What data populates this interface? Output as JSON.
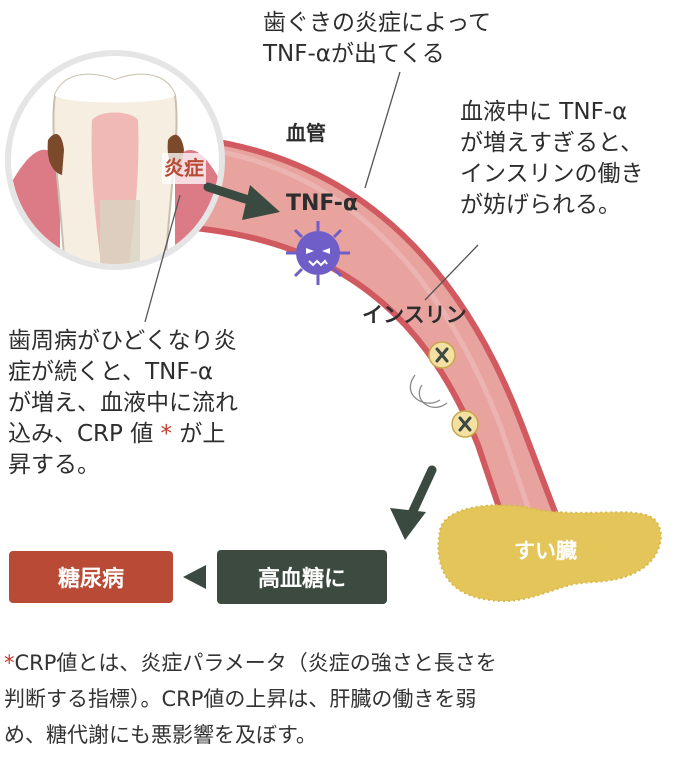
{
  "labels": {
    "tnf_origin_line1": "歯ぐきの炎症によって",
    "tnf_origin_line2": "TNF-αが出てくる",
    "vessel": "血管",
    "inflammation": "炎症",
    "tnf": "TNF-α",
    "insulin": "インスリン",
    "pancreas": "すい臓",
    "insulin_block_line1": "血液中に TNF-α",
    "insulin_block_line2": "が増えすぎると、",
    "insulin_block_line3": "インスリンの働き",
    "insulin_block_line4": "が妨げられる。",
    "perio_line1": "歯周病がひどくなり炎",
    "perio_line2": "症が続くと、TNF-α",
    "perio_line3": "が増え、血液中に流れ",
    "perio_line4_a": "込み、CRP 値",
    "perio_line4_star": "*",
    "perio_line4_b": "が上",
    "perio_line5": "昇する。"
  },
  "flow": {
    "diabetes": "糖尿病",
    "hyperglycemia": "高血糖に"
  },
  "footnote": {
    "star": "*",
    "line1": "CRP値とは、炎症パラメータ（炎症の強さと長さを",
    "line2": "判断する指標）。CRP値の上昇は、肝臓の働きを弱",
    "line3": "め、糖代謝にも悪影響を及ぼす。"
  },
  "colors": {
    "vessel_fill": "#e8a39f",
    "vessel_edge": "#d05a5f",
    "diabetes_box": "#b94a35",
    "hyper_box": "#3c4a3f",
    "pancreas": "#e3c55a",
    "tnf_virus": "#6f5ec7",
    "arrow": "#3b4a40"
  },
  "icons": [
    "tooth-icon",
    "virus-icon",
    "insulin-molecule-icon",
    "arrow-right-icon",
    "arrow-down-icon",
    "arrow-left-icon"
  ]
}
